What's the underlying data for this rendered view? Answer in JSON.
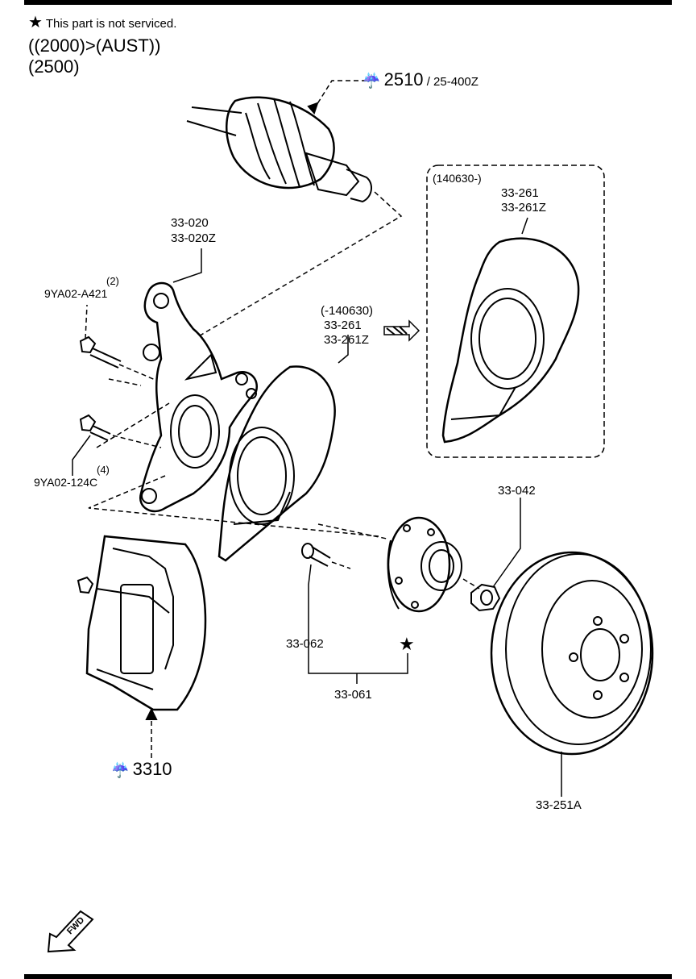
{
  "header": {
    "note_star": "★",
    "note": "This part is not serviced.",
    "condition_1": "((2000)>(AUST))",
    "condition_2": "(2500)"
  },
  "refs": {
    "drive_shaft": {
      "num": "2510",
      "suffix": "/ 25-400Z"
    },
    "caliper": {
      "num": "3310"
    }
  },
  "parts": {
    "knuckle": [
      "33-020",
      "33-020Z"
    ],
    "bolt_upper": {
      "qty": "(2)",
      "code": "9YA02-A421"
    },
    "bolt_lower": {
      "qty": "(4)",
      "code": "9YA02-124C"
    },
    "dust_shield_old": {
      "range": "(-140630)",
      "codes": [
        "33-261",
        "33-261Z"
      ]
    },
    "dust_shield_new": {
      "range": "(140630-)",
      "codes": [
        "33-261",
        "33-261Z"
      ]
    },
    "hub_nut": "33-042",
    "hub_bolt": "33-062",
    "hub_assembly": "33-061",
    "hub_star": "★",
    "disc": "33-251A"
  },
  "fwd_label": "FWD"
}
